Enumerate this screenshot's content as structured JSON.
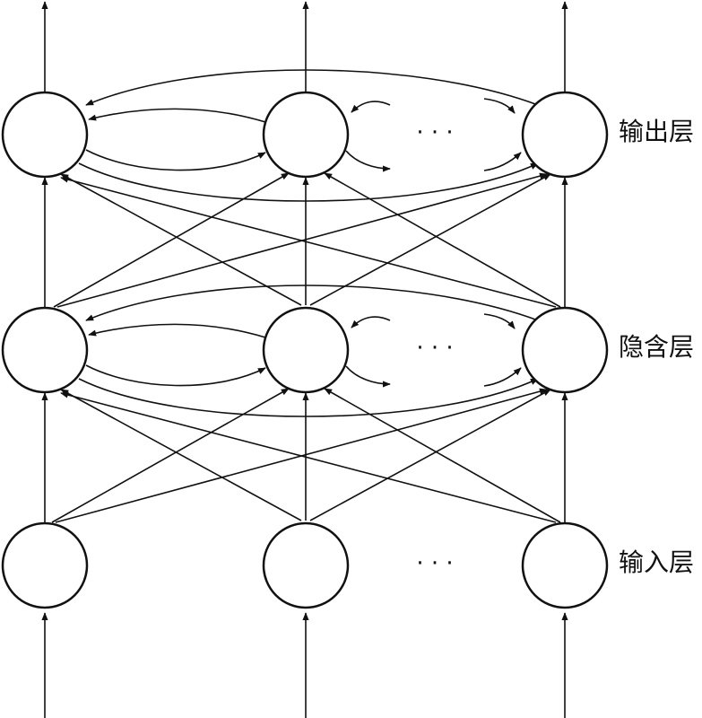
{
  "layers": {
    "output": {
      "label": "输出层"
    },
    "hidden": {
      "label": "隐含层"
    },
    "input": {
      "label": "输入层"
    }
  },
  "ellipsis": "· · ·",
  "colors": {
    "stroke": "#111111",
    "node_fill": "#ffffff",
    "background": "#ffffff"
  }
}
